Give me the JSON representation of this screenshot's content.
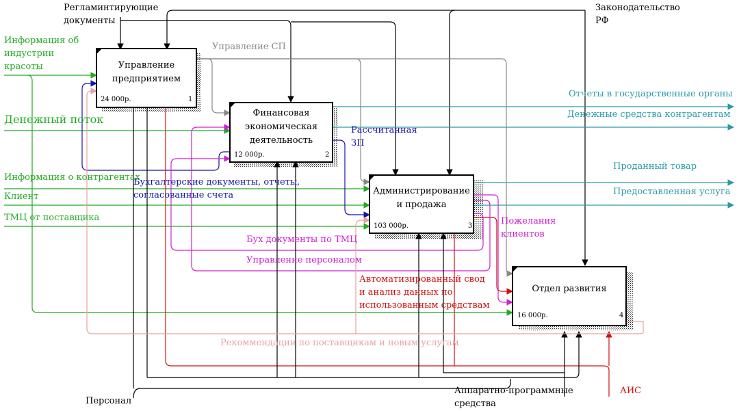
{
  "colors": {
    "control_black": "#000000",
    "input_green": "#22aa22",
    "output_teal": "#2a9aa8",
    "feedback_blue": "#1515a8",
    "feedback_magenta": "#d020d0",
    "mechanism_red": "#d01010",
    "management_gray": "#888888",
    "recommend_pink": "#e8a0a0"
  },
  "boxes": [
    {
      "title": "Управление\nпредприятием",
      "cost": "24 000р.",
      "num": "1"
    },
    {
      "title": "Финансовая\nэкономическая\nдеятельность",
      "cost": "12 000р.",
      "num": "2"
    },
    {
      "title": "Администрирование\nи продажа",
      "cost": "103 000р.",
      "num": "3"
    },
    {
      "title": "Отдел развития",
      "cost": "16 000р.",
      "num": "4"
    }
  ],
  "labels": {
    "reg_docs": "Регламинтирующие\nдокументы",
    "law": "Законодательство\nРФ",
    "industry_info": "Информация об\nиндустрии\nкрасоты",
    "mgmt_sp": "Управление СП",
    "reports_gov": "Отчеты в государственные органы",
    "money_contr": "Денежные средства контрагентам",
    "money_flow": "Денежный поток",
    "salary": "Рассчитанная\nЗП",
    "contr_info": "Информация о контрагентах",
    "client": "Клиент",
    "tmc": "ТМЦ от поставщика",
    "buh_docs": "Бухгалтерские документы, отчеты,\nсогласованные счета",
    "sold": "Проданный товар",
    "service": "Предоставленная услуга",
    "wishes": "Пожелания\nклиентов",
    "buh_tmc": "Бух документы по ТМЦ",
    "personnel_mgmt": "Управление персоналом",
    "auto_summary": "Автоматизированный свод\nи анализ данных по\nиспользованным средствам",
    "recommend": "Рекоммендации по поставщикам и новым услугам",
    "personnel": "Персонал",
    "hardware": "Аппаратно-программные\nсредства",
    "ais": "АИС"
  }
}
